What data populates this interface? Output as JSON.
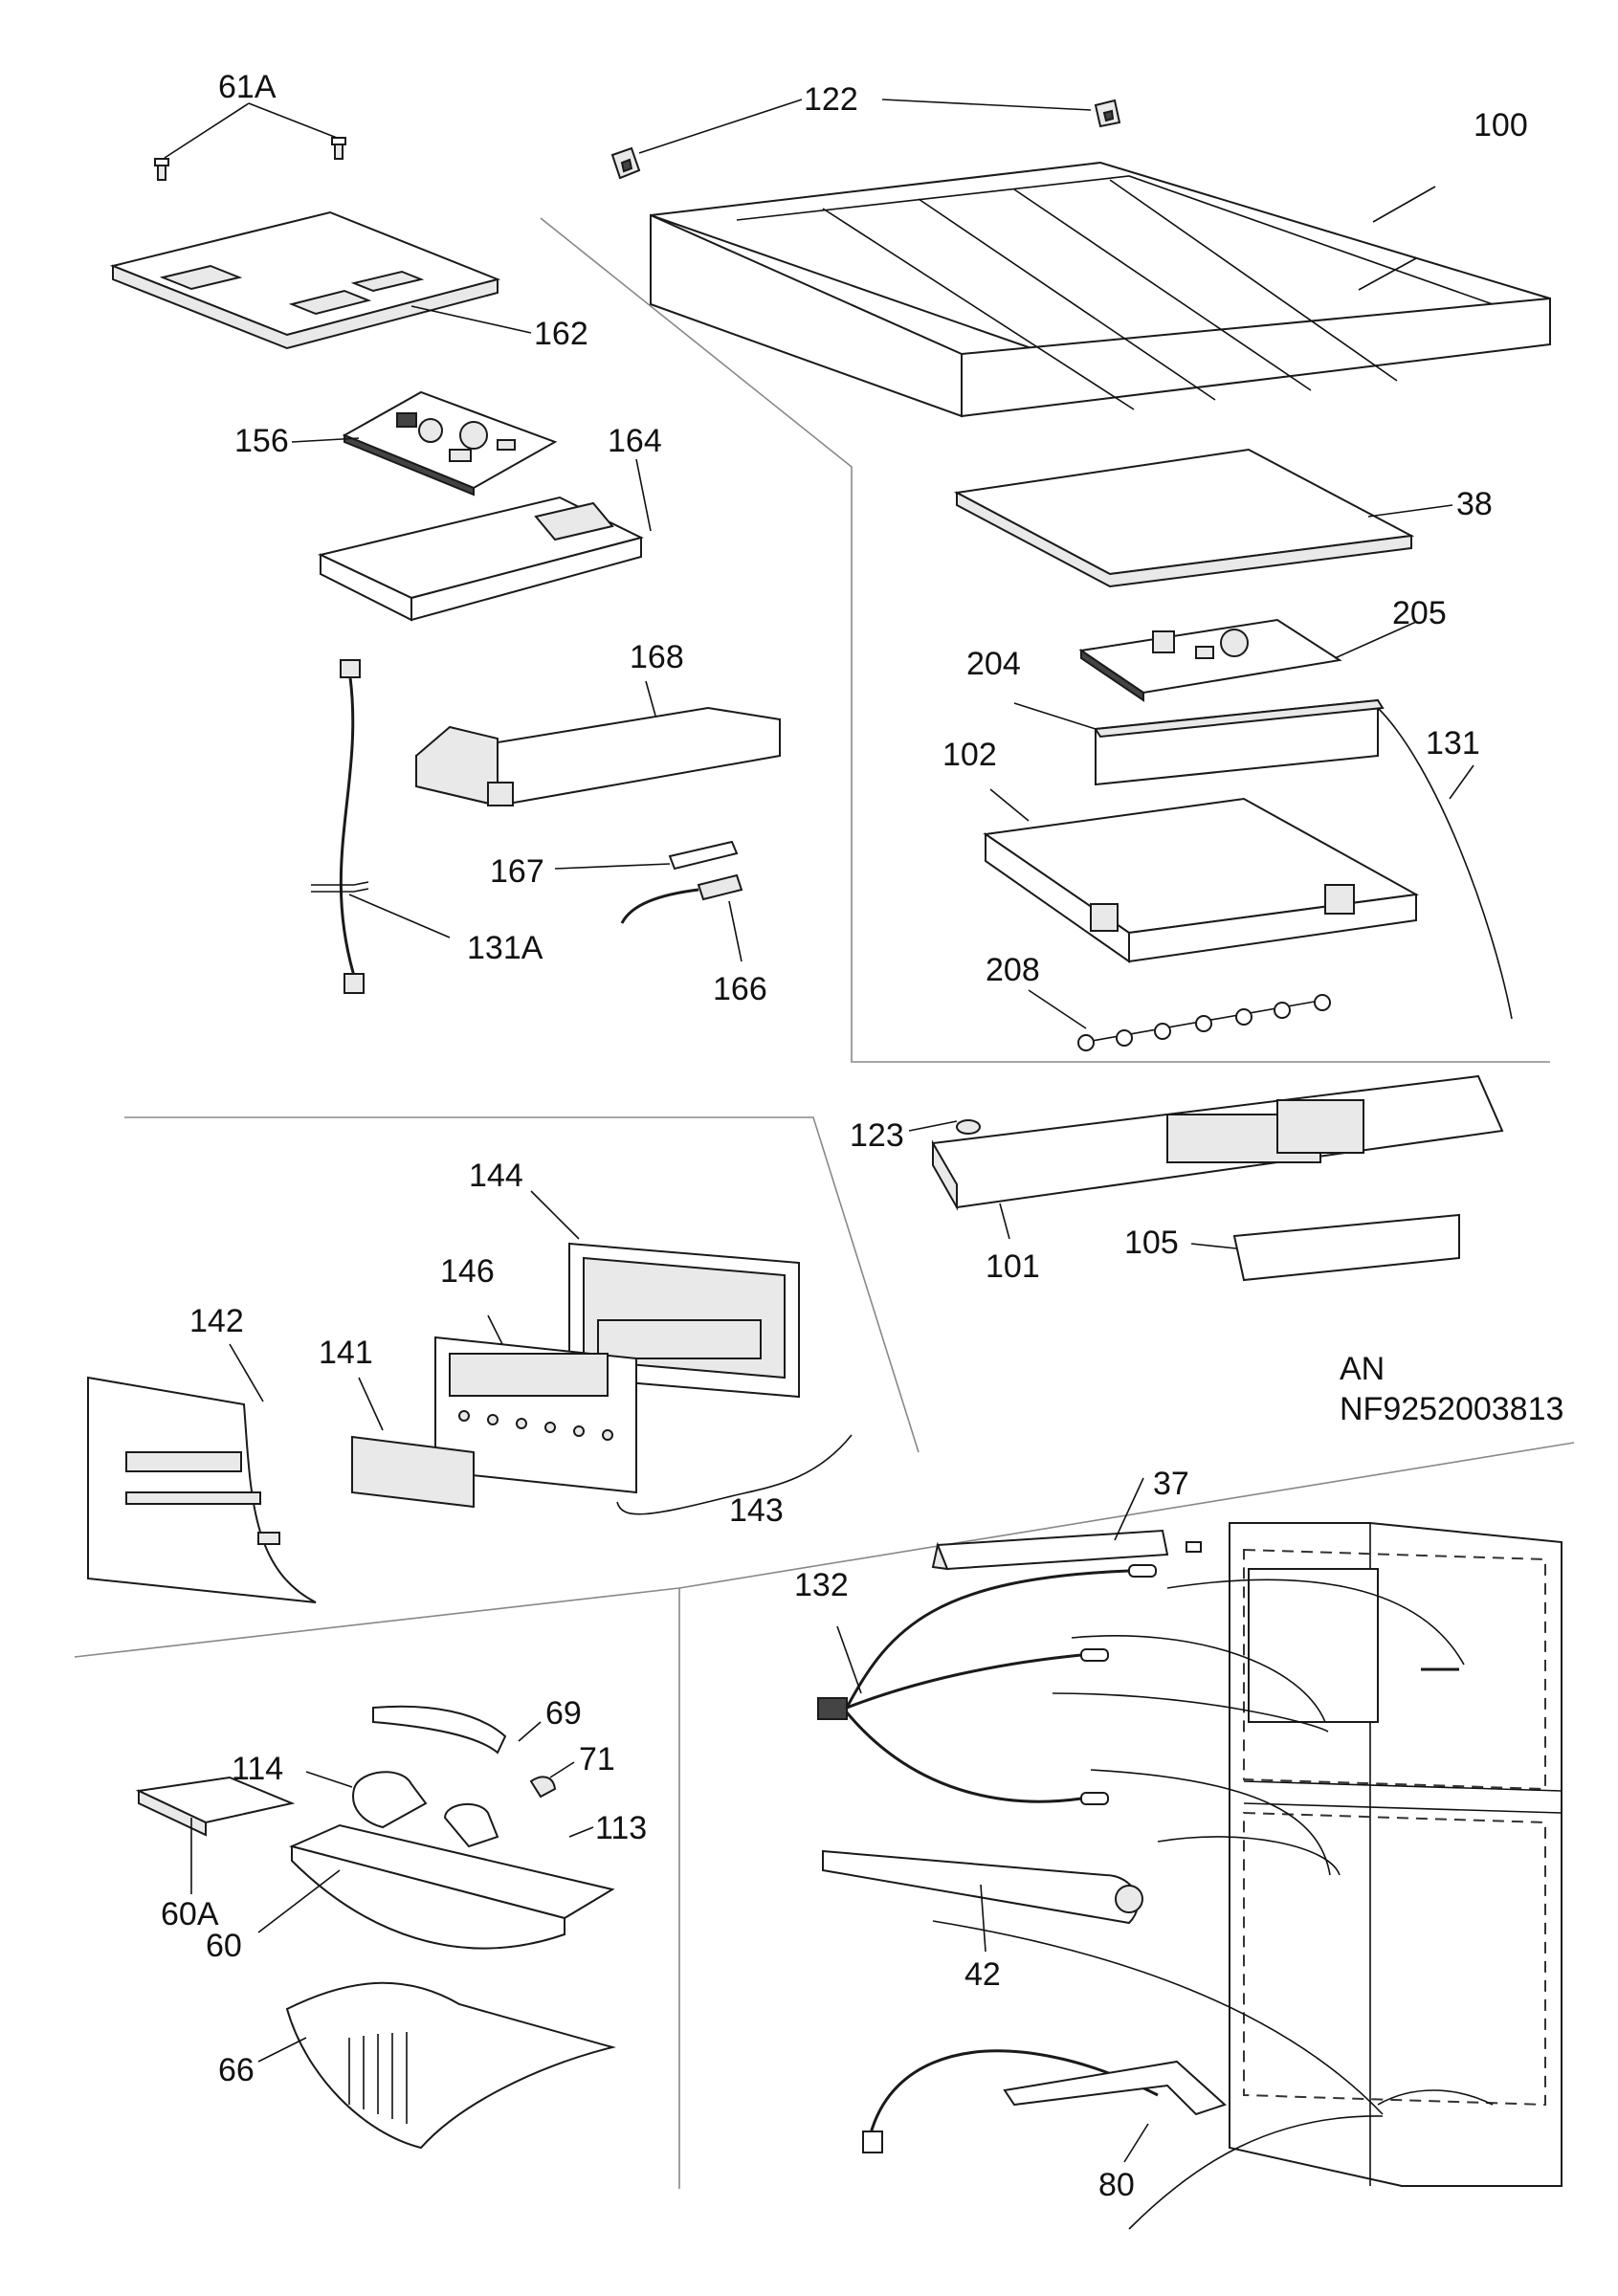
{
  "labels": {
    "l61A": "61A",
    "l122": "122",
    "l100": "100",
    "l162": "162",
    "l156": "156",
    "l164": "164",
    "l38": "38",
    "l205": "205",
    "l204": "204",
    "l168": "168",
    "l102": "102",
    "l131": "131",
    "l167": "167",
    "l131A": "131A",
    "l166": "166",
    "l208": "208",
    "l123": "123",
    "l101": "101",
    "l105": "105",
    "l144": "144",
    "l146": "146",
    "l142": "142",
    "l141": "141",
    "l143": "143",
    "l37": "37",
    "l132": "132",
    "l69": "69",
    "l71": "71",
    "l114": "114",
    "l113": "113",
    "l60A": "60A",
    "l60": "60",
    "l42": "42",
    "l66": "66",
    "l80": "80"
  },
  "model": {
    "line1": "AN",
    "line2": "NF9252003813"
  }
}
